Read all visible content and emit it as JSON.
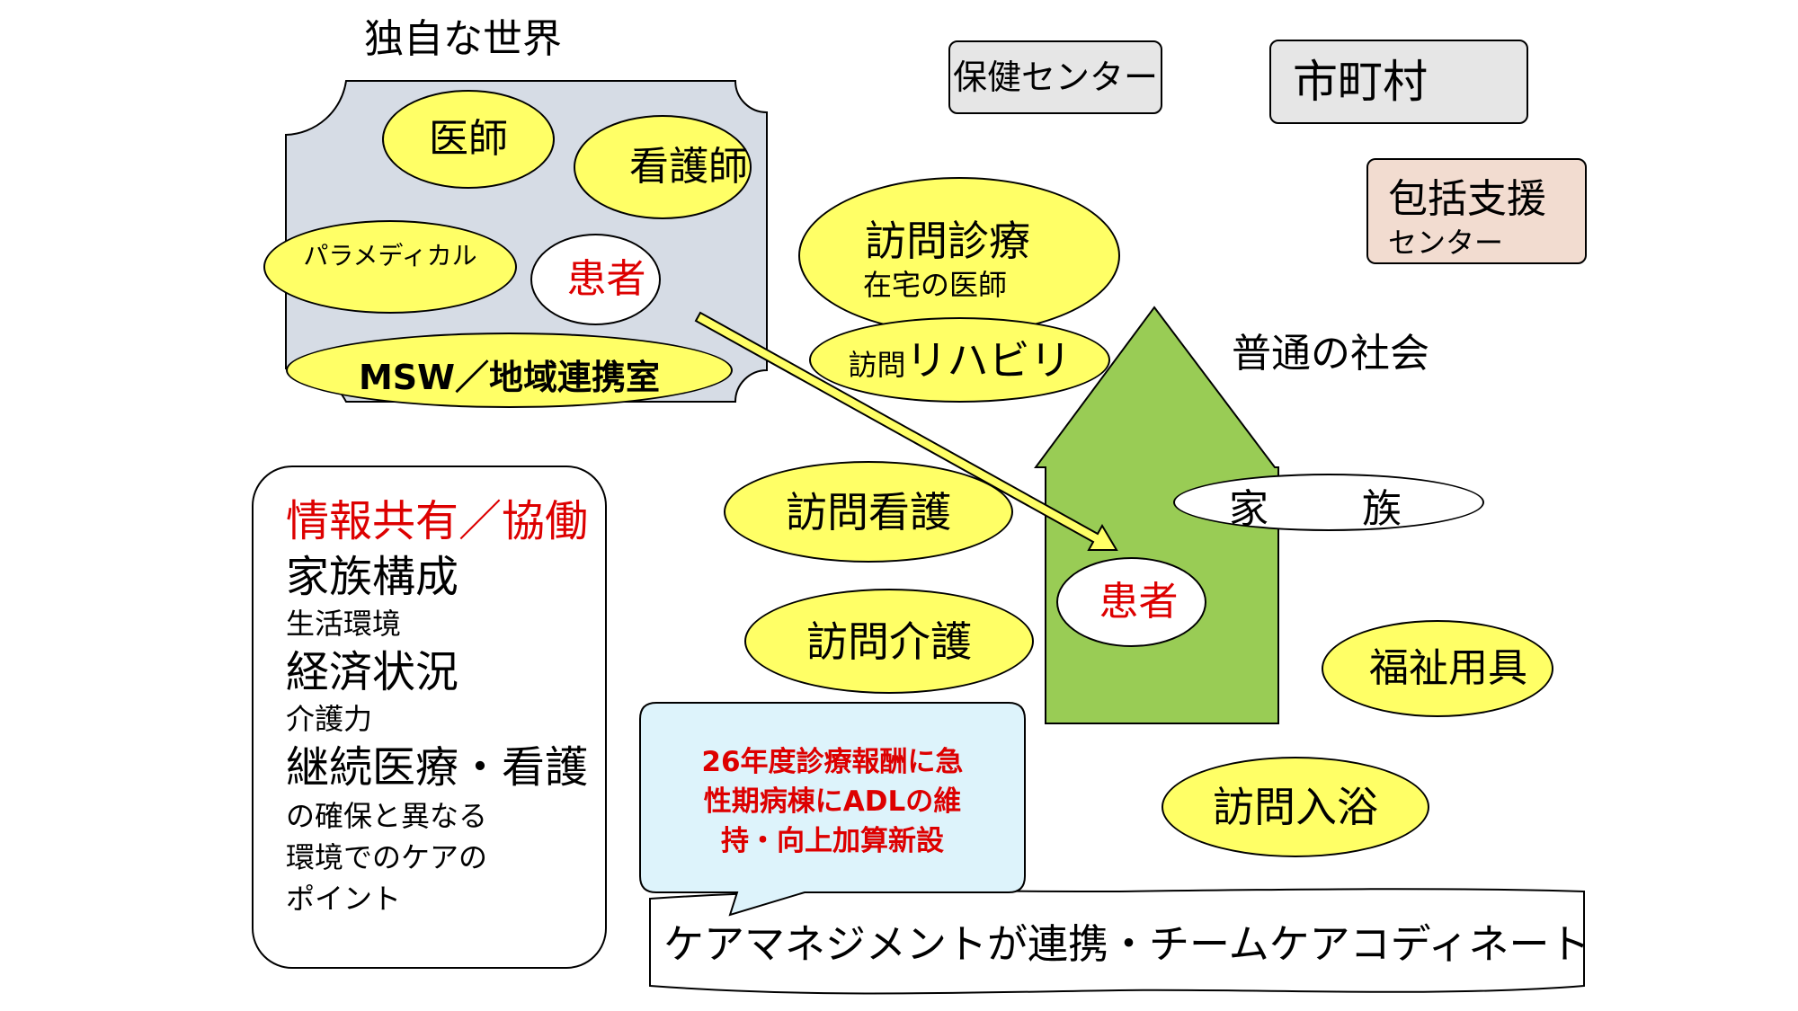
{
  "colors": {
    "bubble_fill": "#ffff66",
    "hospital_fill": "#d6dce5",
    "house_fill": "#99cc55",
    "box_fill": "#e6e6e6",
    "center_box_fill": "#f2dcd0",
    "callout_fill": "#ddf3fb",
    "arrow_fill": "#ffff66",
    "accent_red": "#dd0000"
  },
  "hospital": {
    "title": "独自な世界",
    "doctor": "医師",
    "nurse": "看護師",
    "paramedical": "パラメディカル",
    "patient": "患者",
    "msw": "MSW／地域連携室"
  },
  "agencies": {
    "health_center": "保健センター",
    "municipality": "市町村",
    "support_center_line1": "包括支援",
    "support_center_line2": "センター"
  },
  "community": {
    "title": "普通の社会",
    "home_visit_medical": "訪問診療",
    "home_doctor": "在宅の医師",
    "home_rehab_prefix": "訪問",
    "home_rehab_main": "リハビリ",
    "home_nursing": "訪問看護",
    "home_care": "訪問介護",
    "family": "家　族",
    "patient": "患者",
    "welfare_equipment": "福祉用具",
    "home_bathing": "訪問入浴"
  },
  "info_box": {
    "heading": "情報共有／協働",
    "lines": [
      "家族構成",
      "生活環境",
      "経済状況",
      "介護力",
      "継続医療・看護",
      "の確保と異なる",
      "環境でのケアの",
      "ポイント"
    ]
  },
  "callout": {
    "lines": [
      "26年度診療報酬に急",
      "性期病棟にADLの維",
      "持・向上加算新設"
    ]
  },
  "banner": {
    "text": "ケアマネジメントが連携・チームケアコディネート"
  }
}
